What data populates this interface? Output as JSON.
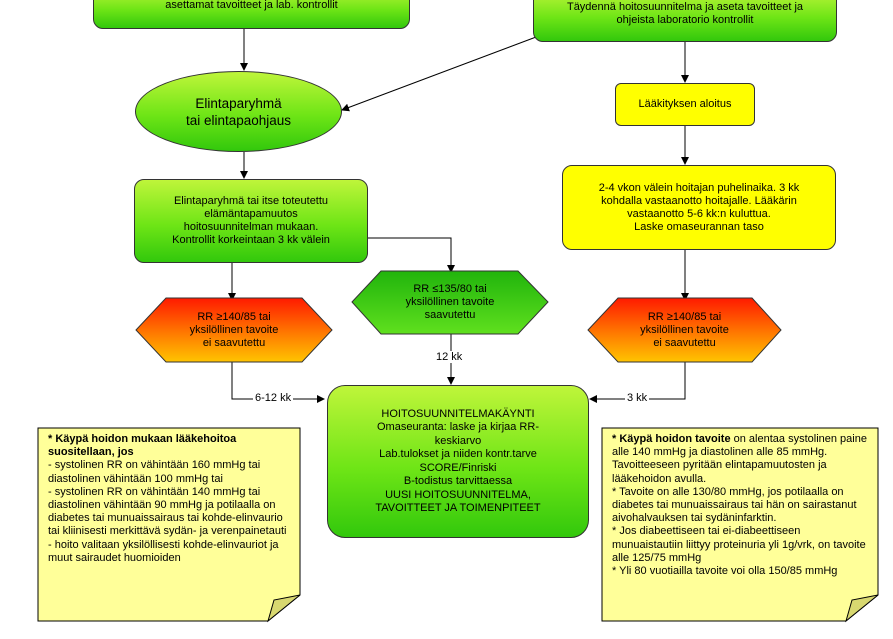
{
  "nodes": {
    "top_left": "asettamat tavoitteet ja lab. kontrollit",
    "top_right": [
      "Täydennä hoitosuunnitelma ja aseta tavoitteet ja",
      "ohjeista laboratorio kontrollit"
    ],
    "ellipse": [
      "Elintaparyhmä",
      "tai elintapaohjaus"
    ],
    "medication_start": "Lääkityksen aloitus",
    "phone_contact": [
      "2-4 vkon välein hoitajan puhelinaika. 3 kk",
      "kohdalla vastaanotto hoitajalle. Lääkärin",
      "vastaanotto 5-6 kk:n kuluttua.",
      "Laske omaseurannan taso"
    ],
    "lifestyle_box": [
      "Elintaparyhmä tai itse toteutettu",
      "elämäntapamuutos",
      "hoitosuunnitelman mukaan.",
      "Kontrollit korkeintaan 3 kk välein"
    ],
    "hex_left": [
      "RR ≥140/85 tai",
      "yksilöllinen tavoite",
      "ei  saavutettu"
    ],
    "hex_center": [
      "RR ≤135/80 tai",
      "yksilöllinen tavoite",
      "saavutettu"
    ],
    "hex_right": [
      "RR ≥140/85 tai",
      "yksilöllinen tavoite",
      "ei  saavutettu"
    ],
    "visit": [
      "HOITOSUUNNITELMAKÄYNTI",
      "Omaseuranta: laske ja kirjaa RR-",
      "keskiarvo",
      "Lab.tulokset ja niiden kontr.tarve",
      "SCORE/Finriski",
      "B-todistus tarvittaessa",
      "UUSI HOITOSUUNNITELMA,",
      "TAVOITTEET JA TOIMENPITEET"
    ]
  },
  "edge_labels": {
    "left": "6-12 kk",
    "center": "12 kk",
    "right": "3 kk"
  },
  "notes": {
    "left_title": "* Käypä hoidon mukaan lääkehoitoa suositellaan, jos",
    "left_lines": [
      "- systolinen RR on vähintään 160 mmHg tai diastolinen vähintään 100 mmHg tai",
      "- systolinen RR on vähintään 140 mmHg tai diastolinen vähintään 90 mmHg ja potilaalla on diabetes tai munuaissairaus tai kohde-elinvaurio tai kliinisesti merkittävä sydän- ja verenpainetauti",
      "- hoito valitaan yksilöllisesti kohde-elinvauriot ja muut sairaudet huomioiden"
    ],
    "right_title": "* Käypä hoidon tavoite",
    "right_intro": " on alentaa systolinen paine alle 140 mmHg ja diastolinen alle 85 mmHg.  Tavoitteeseen pyritään elintapamuutosten ja lääkehoidon avulla.",
    "right_lines": [
      "* Tavoite on alle 130/80 mmHg, jos potilaalla on diabetes tai munuaissairaus tai hän on sairastanut aivohalvauksen tai sydäninfarktin.",
      "* Jos diabeettiseen tai ei-diabeettiseen munuaistautiin  liittyy proteinuria yli 1g/vrk, on tavoite alle 125/75 mmHg",
      "* Yli 80 vuotiailla tavoite voi olla 150/85 mmHg"
    ]
  },
  "colors": {
    "green_top": "#bff53a",
    "green_bottom": "#32c80c",
    "yellow": "#ffff00",
    "note_fill": "#ffff99",
    "hex_red": "#ff1a00",
    "hex_orange": "#ffb400"
  }
}
